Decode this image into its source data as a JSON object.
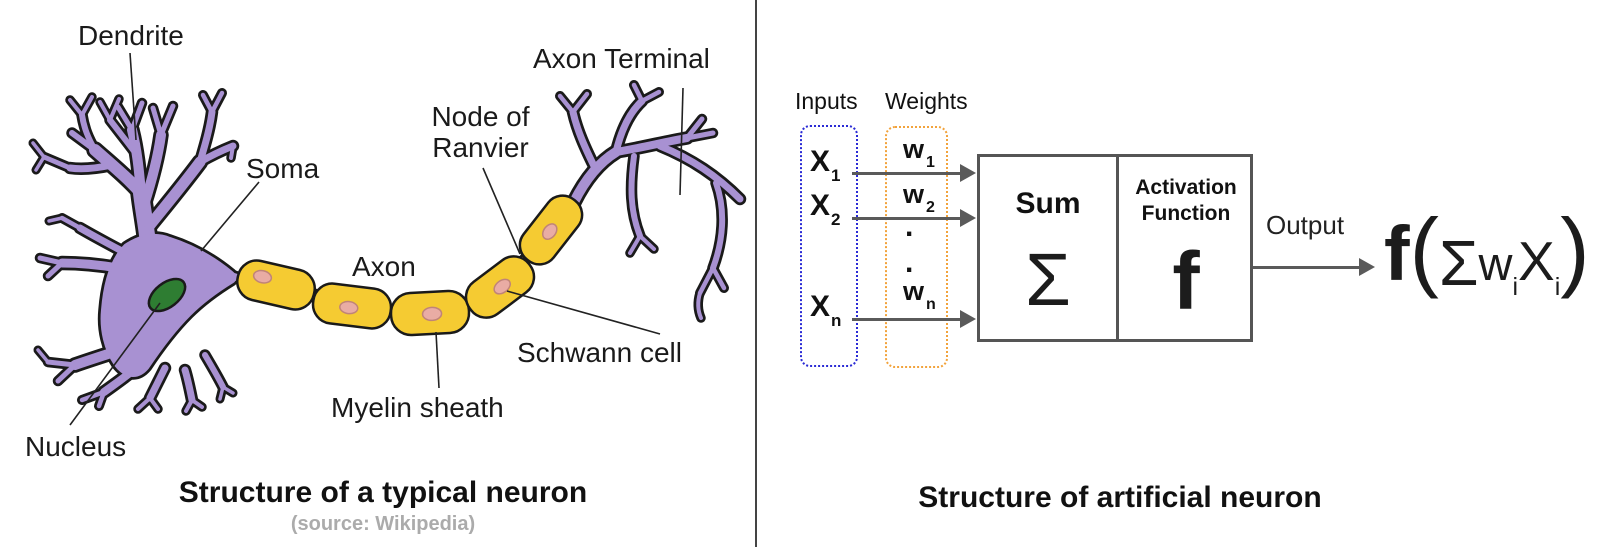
{
  "left_panel": {
    "labels": {
      "dendrite": "Dendrite",
      "soma": "Soma",
      "nucleus": "Nucleus",
      "axon": "Axon",
      "node_of_ranvier_1": "Node of",
      "node_of_ranvier_2": "Ranvier",
      "axon_terminal": "Axon Terminal",
      "schwann_cell": "Schwann cell",
      "myelin_sheath": "Myelin sheath"
    },
    "caption": "Structure of a typical neuron",
    "source_note": "(source: Wikipedia)",
    "colors": {
      "cell_body": "#A891D2",
      "myelin": "#F5CB32",
      "nucleus": "#2E7D32",
      "schwann_nucleus": "#E9ACA4"
    }
  },
  "right_panel": {
    "inputs_label": "Inputs",
    "weights_label": "Weights",
    "inputs": [
      {
        "base": "X",
        "sub": "1"
      },
      {
        "base": "X",
        "sub": "2"
      },
      {
        "base": "X",
        "sub": "n"
      }
    ],
    "weights": [
      {
        "base": "w",
        "sub": "1"
      },
      {
        "base": "w",
        "sub": "2"
      },
      {
        "base": "w",
        "sub": "n"
      }
    ],
    "ellipsis": [
      ".",
      "."
    ],
    "sum_box": {
      "title": "Sum",
      "symbol": "Σ"
    },
    "activation_box": {
      "title_1": "Activation",
      "title_2": "Function",
      "symbol": "f"
    },
    "output_label": "Output",
    "formula": {
      "f": "f",
      "open": "(",
      "sigma": "Σ",
      "w": "w",
      "w_sub": "i",
      "x": "X",
      "x_sub": "i",
      "close": ")"
    },
    "caption": "Structure of artificial neuron",
    "colors": {
      "inputs_border": "#2B2BD5",
      "weights_border": "#F2A33C",
      "arrow": "#5a5a5a"
    }
  }
}
